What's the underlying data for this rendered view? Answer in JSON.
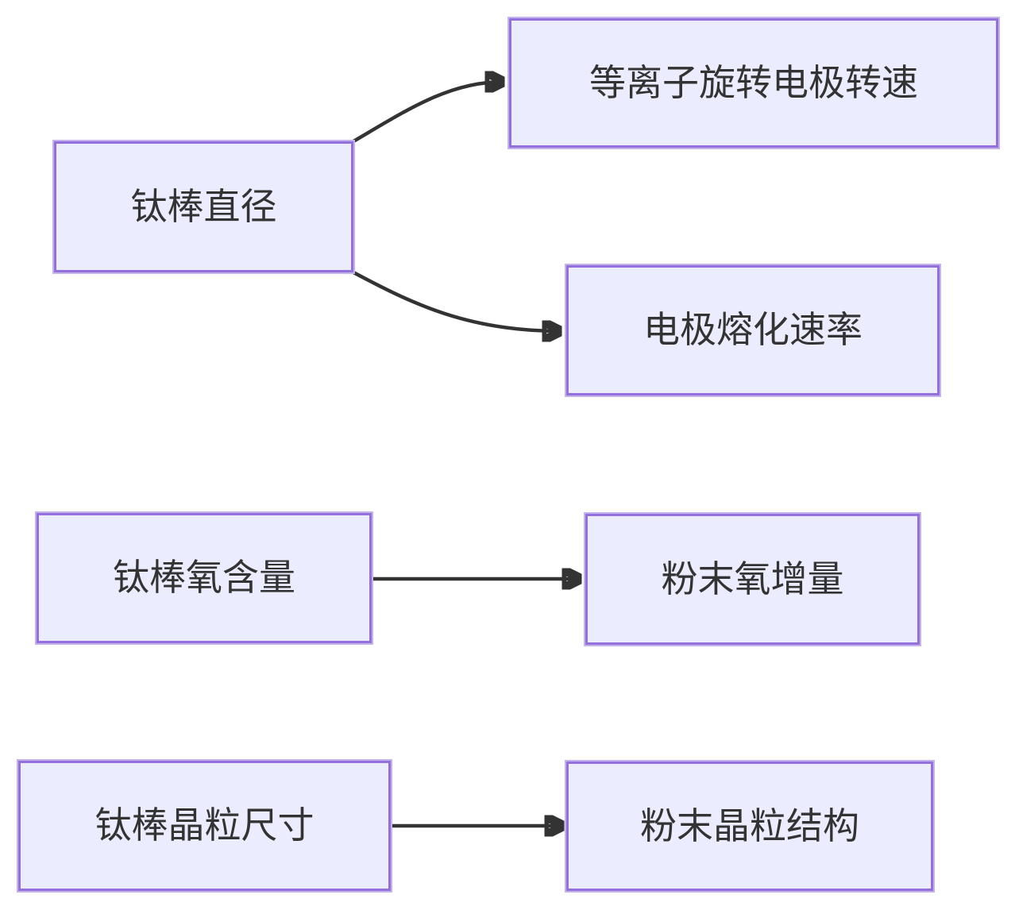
{
  "diagram": {
    "type": "flowchart",
    "direction": "left-to-right",
    "colors": {
      "background": "#ffffff",
      "node_fill": "#ECECFF",
      "node_border": "#9370DB",
      "text": "#333333",
      "arrow": "#333333"
    },
    "nodes": [
      {
        "id": "rod-diameter",
        "label": "钛棒直径"
      },
      {
        "id": "electrode-rotation-speed",
        "label": "等离子旋转电极转速"
      },
      {
        "id": "electrode-melting-rate",
        "label": "电极熔化速率"
      },
      {
        "id": "rod-oxygen-content",
        "label": "钛棒氧含量"
      },
      {
        "id": "powder-oxygen-pickup",
        "label": "粉末氧增量"
      },
      {
        "id": "rod-grain-size",
        "label": "钛棒晶粒尺寸"
      },
      {
        "id": "powder-grain-structure",
        "label": "粉末晶粒结构"
      }
    ],
    "edges": [
      {
        "from": "rod-diameter",
        "to": "electrode-rotation-speed"
      },
      {
        "from": "rod-diameter",
        "to": "electrode-melting-rate"
      },
      {
        "from": "rod-oxygen-content",
        "to": "powder-oxygen-pickup"
      },
      {
        "from": "rod-grain-size",
        "to": "powder-grain-structure"
      }
    ]
  }
}
